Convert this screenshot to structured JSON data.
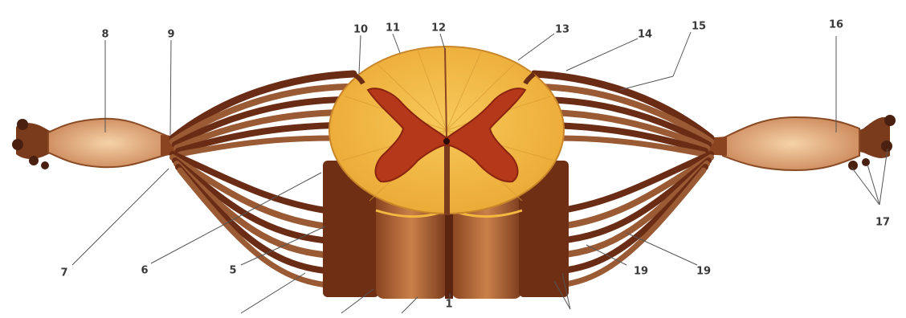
{
  "labels": {
    "l1": "1",
    "l5": "5",
    "l6": "6",
    "l7": "7",
    "l8": "8",
    "l9": "9",
    "l10": "10",
    "l11": "11",
    "l12": "12",
    "l13": "13",
    "l14": "14",
    "l15": "15",
    "l16": "16",
    "l17": "17",
    "l19": "19",
    "l19b": "19"
  },
  "colors": {
    "gray_matter": "#b5381a",
    "white_matter": "#f2b840",
    "root_dark": "#6a2c14",
    "root_mid": "#9a5a34",
    "root_light": "#c08058",
    "ganglion": "#f3c79a",
    "leader_line": "#555555"
  }
}
